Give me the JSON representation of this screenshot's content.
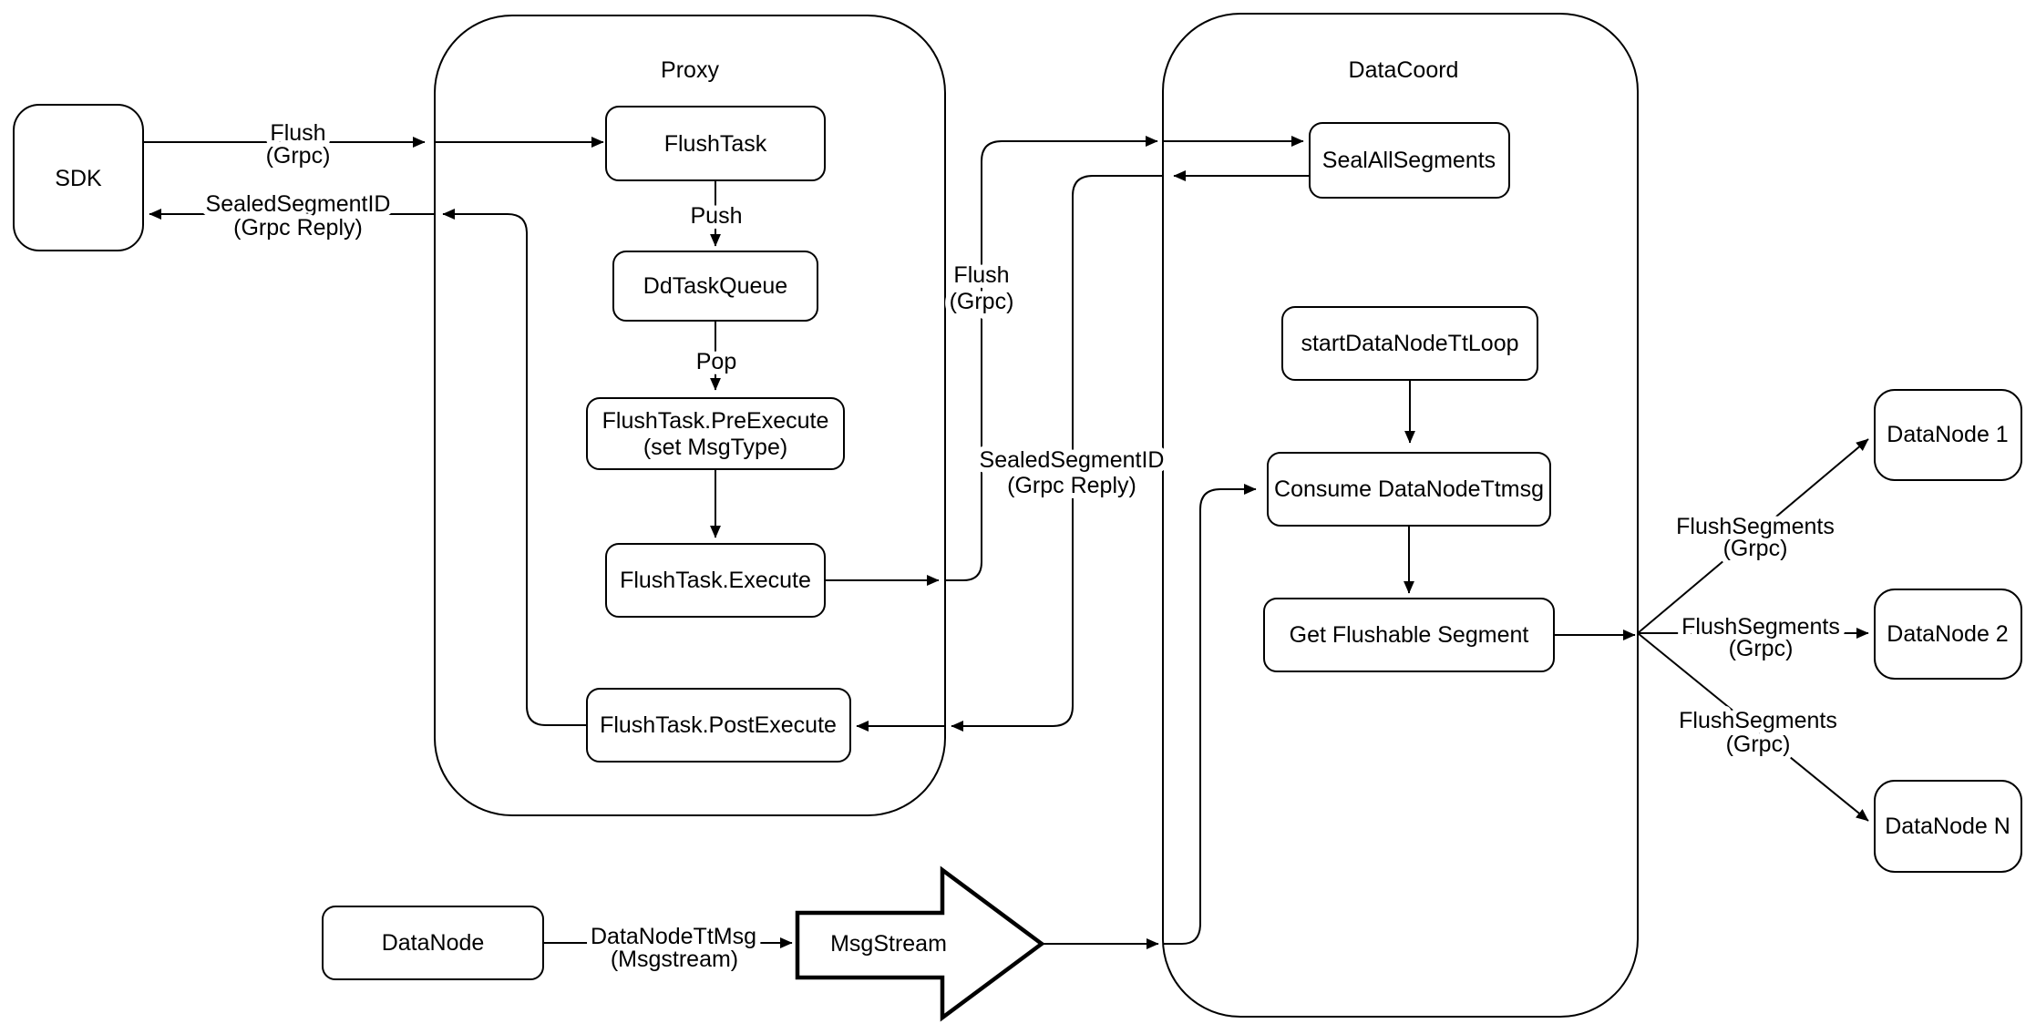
{
  "colors": {
    "stroke": "#000000",
    "background": "#ffffff"
  },
  "containers": {
    "proxy": {
      "label": "Proxy"
    },
    "datacoord": {
      "label": "DataCoord"
    }
  },
  "nodes": {
    "sdk": {
      "label": "SDK"
    },
    "flush_task": {
      "label": "FlushTask"
    },
    "dd_task_queue": {
      "label": "DdTaskQueue"
    },
    "pre_execute": {
      "line1": "FlushTask.PreExecute",
      "line2": "(set MsgType)"
    },
    "execute": {
      "label": "FlushTask.Execute"
    },
    "post_execute": {
      "label": "FlushTask.PostExecute"
    },
    "seal_all_segments": {
      "label": "SealAllSegments"
    },
    "start_datanode_tt_loop": {
      "label": "startDataNodeTtLoop"
    },
    "consume_datanode_ttmsg": {
      "label": "Consume DataNodeTtmsg"
    },
    "get_flushable_segment": {
      "label": "Get Flushable Segment"
    },
    "datanode_1": {
      "label": "DataNode 1"
    },
    "datanode_2": {
      "label": "DataNode 2"
    },
    "datanode_n": {
      "label": "DataNode N"
    },
    "datanode_bottom": {
      "label": "DataNode"
    },
    "msgstream": {
      "label": "MsgStream"
    }
  },
  "edge_labels": {
    "flush_sdk": {
      "line1": "Flush",
      "line2": "(Grpc)"
    },
    "sealed_sdk": {
      "line1": "SealedSegmentID",
      "line2": "(Grpc Reply)"
    },
    "push": {
      "label": "Push"
    },
    "pop": {
      "label": "Pop"
    },
    "flush_mid": {
      "line1": "Flush",
      "line2": "(Grpc)"
    },
    "sealed_mid": {
      "line1": "SealedSegmentID",
      "line2": "(Grpc Reply)"
    },
    "flush_segments_1": {
      "line1": "FlushSegments",
      "line2": "(Grpc)"
    },
    "flush_segments_2": {
      "line1": "FlushSegments",
      "line2": "(Grpc)"
    },
    "flush_segments_3": {
      "line1": "FlushSegments",
      "line2": "(Grpc)"
    },
    "datanode_ttmsg": {
      "line1": "DataNodeTtMsg",
      "line2": "(Msgstream)"
    }
  }
}
